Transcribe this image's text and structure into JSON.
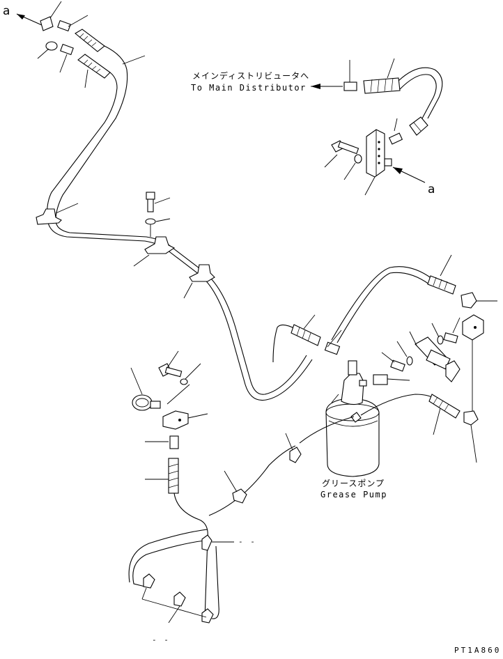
{
  "labels": {
    "ref_a": "a",
    "to_main_jp": "メインディストリビュータへ",
    "to_main_en": "To Main Distributor",
    "grease_pump_jp": "グリースポンプ",
    "grease_pump_en": "Grease Pump",
    "note_mid": "- -",
    "note_bottom": "- -",
    "drawing_code": "PT1A860"
  }
}
